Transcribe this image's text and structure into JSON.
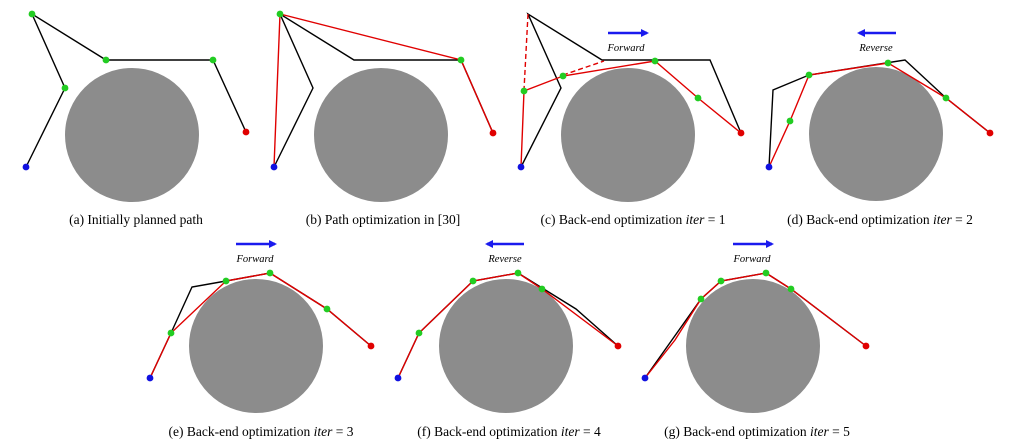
{
  "colors": {
    "obstacle": "#8c8c8c",
    "initial_path": "#000000",
    "optimized_path": "#e00000",
    "waypoint": "#22cc22",
    "start": "#1010e0",
    "goal": "#e00000",
    "direction_arrow": "#1a1aee"
  },
  "panels": [
    {
      "id": "a",
      "caption": "(a) Initially planned path",
      "direction": null
    },
    {
      "id": "b",
      "caption": "(b) Path optimization in [30]",
      "direction": null
    },
    {
      "id": "c",
      "caption_prefix": "(c) Back-end optimization ",
      "caption_math": "iter",
      "caption_suffix": " = 1",
      "direction": "Forward",
      "arrow_icon": "arrow-right-icon"
    },
    {
      "id": "d",
      "caption_prefix": "(d) Back-end optimization ",
      "caption_math": "iter",
      "caption_suffix": " = 2",
      "direction": "Reverse",
      "arrow_icon": "arrow-left-icon"
    },
    {
      "id": "e",
      "caption_prefix": "(e) Back-end optimization ",
      "caption_math": "iter",
      "caption_suffix": " = 3",
      "direction": "Forward",
      "arrow_icon": "arrow-right-icon"
    },
    {
      "id": "f",
      "caption_prefix": "(f) Back-end optimization ",
      "caption_math": "iter",
      "caption_suffix": " = 4",
      "direction": "Reverse",
      "arrow_icon": "arrow-left-icon"
    },
    {
      "id": "g",
      "caption_prefix": "(g) Back-end optimization ",
      "caption_math": "iter",
      "caption_suffix": " = 5",
      "direction": "Forward",
      "arrow_icon": "arrow-right-icon"
    }
  ]
}
